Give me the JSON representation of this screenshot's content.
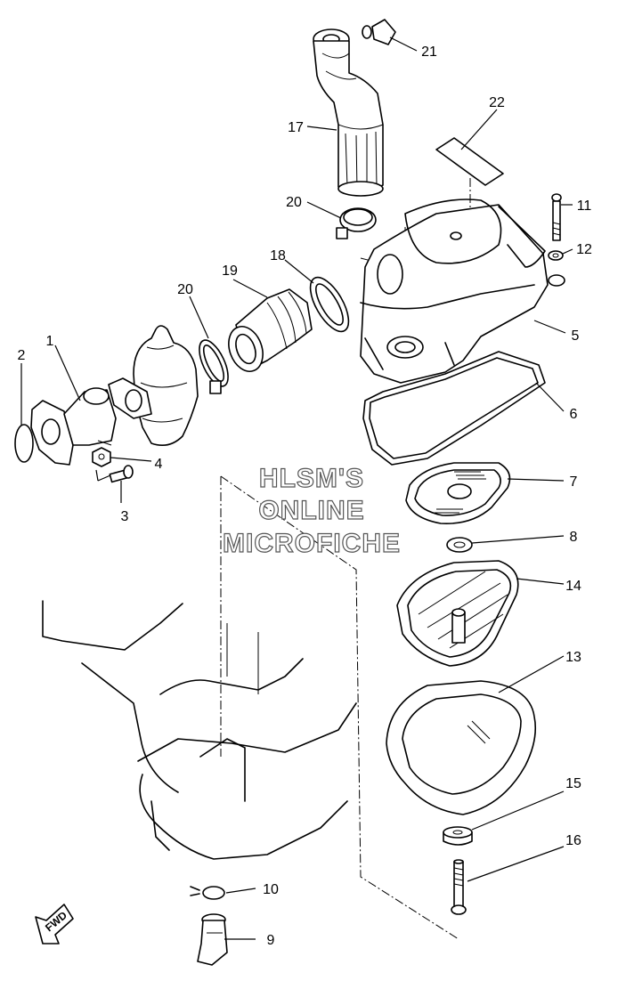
{
  "watermark": [
    "HLSM'S",
    "ONLINE",
    "MICROFICHE"
  ],
  "direction_label": "FWD",
  "callouts": {
    "n1": "1",
    "n2": "2",
    "n3": "3",
    "n4": "4",
    "n5": "5",
    "n6": "6",
    "n7": "7",
    "n8": "8",
    "n9": "9",
    "n10": "10",
    "n11": "11",
    "n12": "12",
    "n13": "13",
    "n14": "14",
    "n15": "15",
    "n16": "16",
    "n17": "17",
    "n18": "18",
    "n19": "19",
    "n20a": "20",
    "n20b": "20",
    "n21": "21",
    "n22": "22"
  }
}
